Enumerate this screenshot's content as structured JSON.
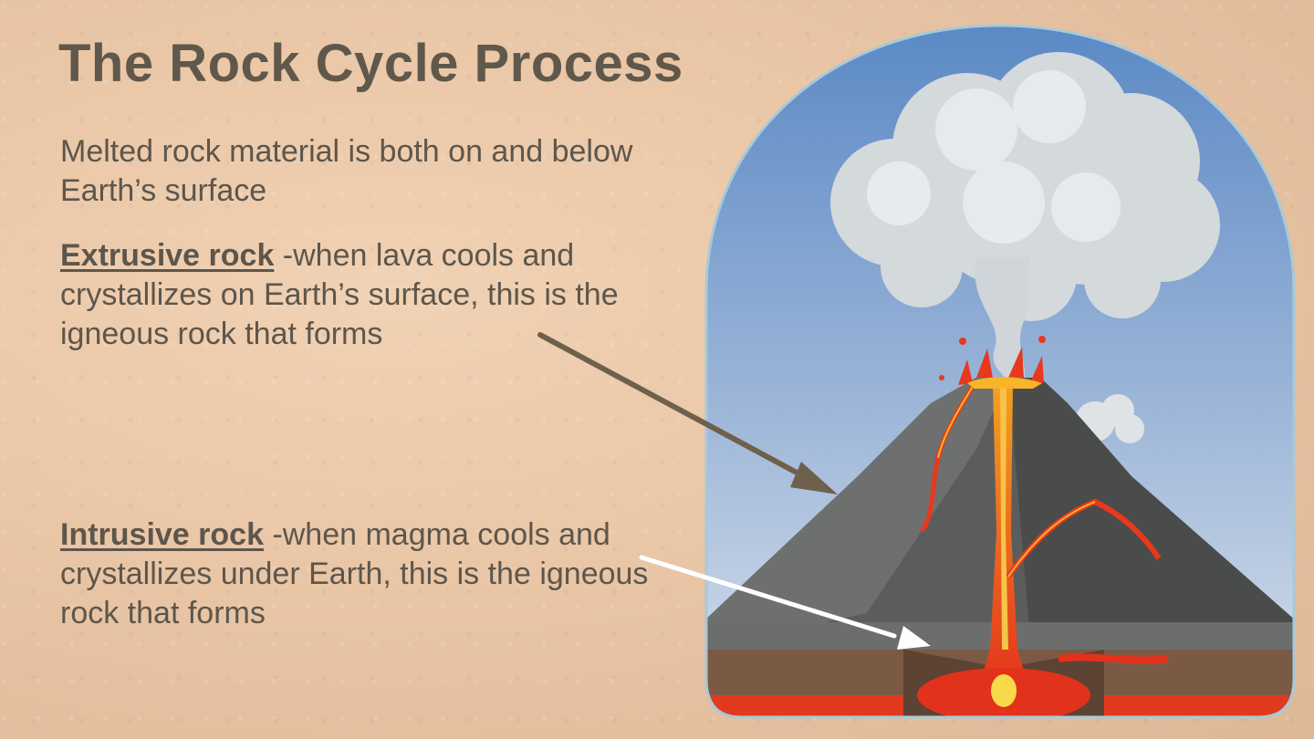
{
  "slide": {
    "title": "The Rock Cycle Process",
    "intro": "Melted rock material is both on and below Earth’s surface",
    "extrusive": {
      "term": "Extrusive rock",
      "description": " -when lava cools and crystallizes on Earth’s surface, this is the igneous rock that forms"
    },
    "intrusive": {
      "term": "Intrusive rock",
      "description": " -when magma cools and crystallizes under Earth, this is the igneous rock that forms"
    }
  },
  "illustration": {
    "subject": "volcano-cross-section",
    "colors": {
      "sky_top": "#5b8bc7",
      "sky_bottom": "#c9d7ea",
      "mountain": "#5a5c5b",
      "lava": "#e8381e",
      "lava_glow": "#f7b52a",
      "ash": "#d9dde0",
      "ground": "#7b5a45"
    }
  },
  "arrows": {
    "extrusive_color": "#6e604b",
    "intrusive_color": "#ffffff"
  }
}
